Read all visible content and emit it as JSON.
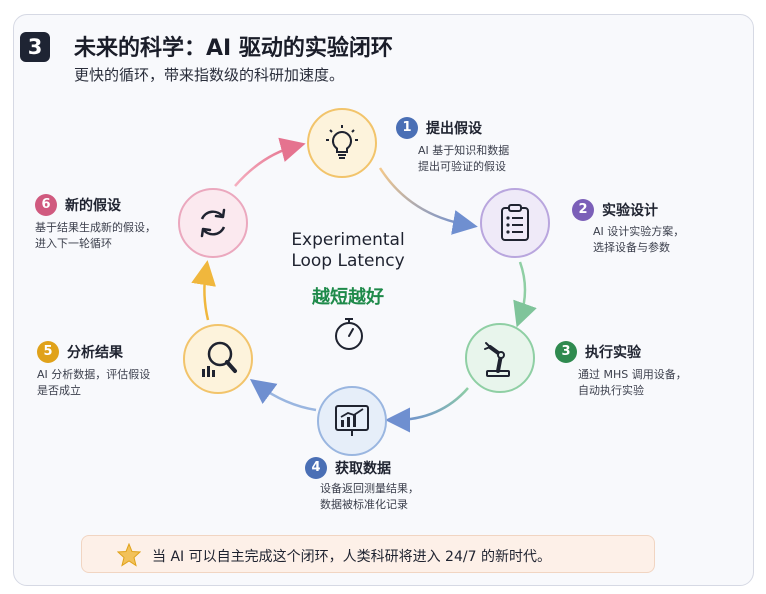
{
  "header": {
    "badge": "3",
    "title": "未来的科学：AI 驱动的实验闭环",
    "subtitle": "更快的循环，带来指数级的科研加速度。"
  },
  "center": {
    "title_line1": "Experimental",
    "title_line2": "Loop Latency",
    "accent": "越短越好",
    "icon": "stopwatch-icon"
  },
  "steps": [
    {
      "num": "1",
      "title": "提出假设",
      "desc1": "AI 基于知识和数据",
      "desc2": "提出可验证的假设",
      "icon": "lightbulb-icon",
      "color": "#4a6fb5",
      "fill": "#fdf3dc",
      "stroke": "#f2c46b"
    },
    {
      "num": "2",
      "title": "实验设计",
      "desc1": "AI 设计实验方案，",
      "desc2": "选择设备与参数",
      "icon": "clipboard-icon",
      "color": "#7b5fb8",
      "fill": "#efeaf8",
      "stroke": "#b9a6de"
    },
    {
      "num": "3",
      "title": "执行实验",
      "desc1": "通过 MHS 调用设备，",
      "desc2": "自动执行实验",
      "icon": "robot-arm-icon",
      "color": "#2f8a4f",
      "fill": "#e8f5ec",
      "stroke": "#8fcfa4"
    },
    {
      "num": "4",
      "title": "获取数据",
      "desc1": "设备返回测量结果，",
      "desc2": "数据被标准化记录",
      "icon": "chart-screen-icon",
      "color": "#4a6fb5",
      "fill": "#e6eef9",
      "stroke": "#9ab6e0"
    },
    {
      "num": "5",
      "title": "分析结果",
      "desc1": "AI 分析数据，评估假设",
      "desc2": "是否成立",
      "icon": "magnifier-icon",
      "color": "#e0a21a",
      "fill": "#fdf3dc",
      "stroke": "#f2c46b"
    },
    {
      "num": "6",
      "title": "新的假设",
      "desc1": "基于结果生成新的假设，",
      "desc2": "进入下一轮循环",
      "icon": "cycle-icon",
      "color": "#d05a7f",
      "fill": "#fbe9ef",
      "stroke": "#eba8be"
    }
  ],
  "footer": {
    "icon": "star-icon",
    "text": "当 AI 可以自主完成这个闭环，人类科研将进入 24/7 的新时代。"
  }
}
